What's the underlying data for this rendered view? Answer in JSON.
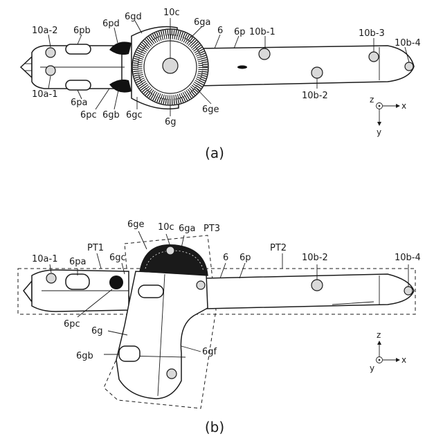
{
  "figure_a": {
    "caption": "(a)",
    "labels": {
      "l10a2": "10a-2",
      "l10a1": "10a-1",
      "l6pb": "6pb",
      "l6pa": "6pa",
      "l6pd": "6pd",
      "l6gd": "6gd",
      "l10c": "10c",
      "l6ga": "6ga",
      "l6": "6",
      "l6p": "6p",
      "l10b1": "10b-1",
      "l10b3": "10b-3",
      "l10b4": "10b-4",
      "l6pc": "6pc",
      "l6gb": "6gb",
      "l6gc": "6gc",
      "l6g": "6g",
      "l6ge": "6ge",
      "l10b2": "10b-2"
    },
    "axes": {
      "z": "z",
      "x": "x",
      "y": "y"
    }
  },
  "figure_b": {
    "caption": "(b)",
    "labels": {
      "l6ge": "6ge",
      "l10c": "10c",
      "l6ga": "6ga",
      "lPT3": "PT3",
      "l10a1": "10a-1",
      "lPT1": "PT1",
      "l6pa": "6pa",
      "l6gc": "6gc",
      "l6": "6",
      "l6p": "6p",
      "lPT2": "PT2",
      "l10b2": "10b-2",
      "l10b4": "10b-4",
      "l6pc": "6pc",
      "l6g": "6g",
      "l6gb": "6gb",
      "l6gf": "6gf"
    },
    "axes": {
      "z": "z",
      "x": "x",
      "y": "y"
    }
  }
}
